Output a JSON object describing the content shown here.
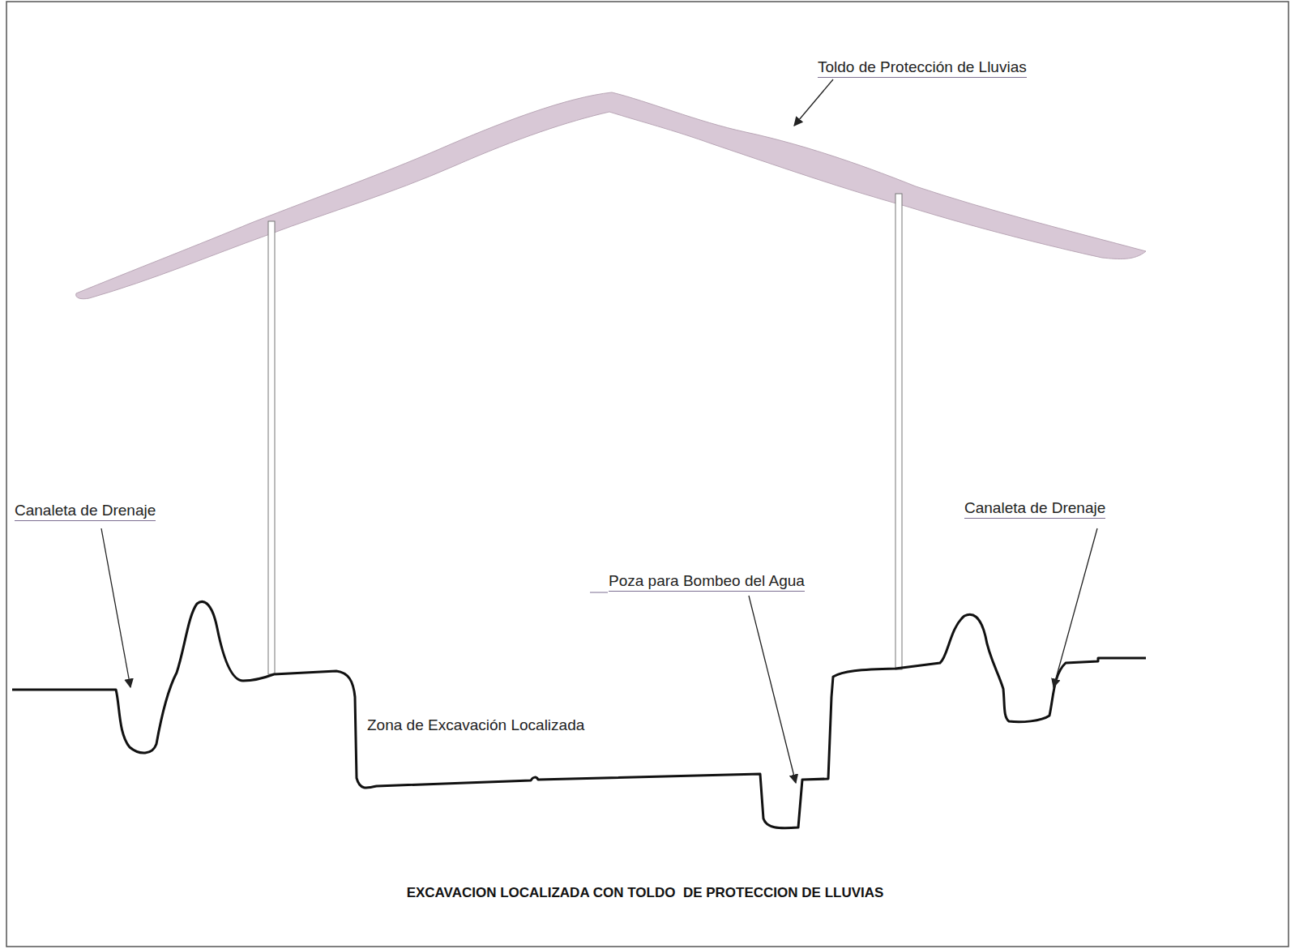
{
  "diagram": {
    "caption": "EXCAVACION LOCALIZADA CON TOLDO  DE PROTECCION DE LLUVIAS",
    "labels": [
      "Toldo de Protección de Lluvias",
      "Canaleta de Drenaje",
      "Canaleta de Drenaje",
      "Poza para Bombeo del Agua",
      "Zona de Excavación Localizada"
    ]
  }
}
